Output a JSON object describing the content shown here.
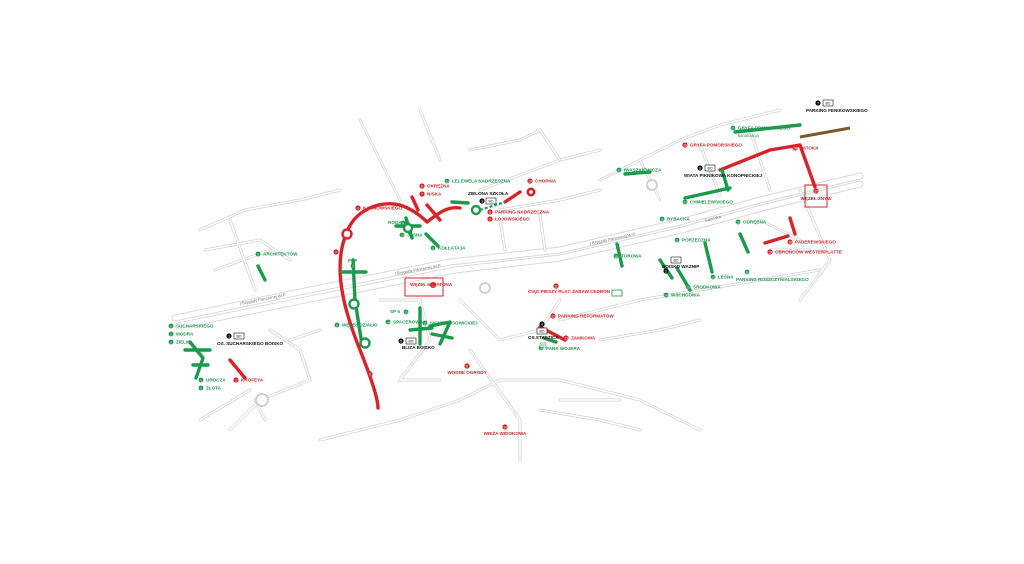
{
  "colors": {
    "red": "#d8232a",
    "green": "#1a9a4a",
    "black": "#111111",
    "street": "#d9d9d9"
  },
  "streets": {
    "main_1": "I Brygady Pancernej W.P.",
    "main_2": "I Brygady Pancernej W.P.",
    "main_3": "I Brygady Pancernej W.P.",
    "gdanska": "Gdańska"
  },
  "red_places": [
    {
      "num": "1",
      "name": "WĘZEŁ KWIATONA"
    },
    {
      "num": "2",
      "name": ""
    },
    {
      "num": "3",
      "name": "KROFEYA"
    },
    {
      "num": "4",
      "name": "KARNOWSKIEGO"
    },
    {
      "num": "5",
      "name": "WODNE OGRODY"
    },
    {
      "num": "6",
      "name": "OKRĘŻNA"
    },
    {
      "num": "7",
      "name": "NISKA"
    },
    {
      "num": "8",
      "name": "PARKING NADRZECZNA"
    },
    {
      "num": "9",
      "name": "ŁOJOWSKIEGO"
    },
    {
      "num": "10",
      "name": "CHOPINA"
    },
    {
      "num": "11",
      "name": "CIĄG PIESZY PLAC ZABAW CEDRON"
    },
    {
      "num": "12",
      "name": "PARKING REFORMATÓW"
    },
    {
      "num": "13",
      "name": "ZAMKOWA"
    },
    {
      "num": "14",
      "name": "WIEŻA WIDOKOWA"
    },
    {
      "num": "15",
      "name": "GRYFA POMORSKIEGO"
    },
    {
      "num": "16",
      "name": "PATOKA"
    },
    {
      "num": "17",
      "name": "WĘZEŁ ZNYW"
    },
    {
      "num": "18",
      "name": "PADEREWSKIEGO"
    },
    {
      "num": "19",
      "name": "OBROŃCÓW WESTERPLATTE"
    }
  ],
  "green_places": [
    {
      "num": "1",
      "name": "SUCHARSKIEGO"
    },
    {
      "num": "2",
      "name": "MODRA"
    },
    {
      "num": "3",
      "name": "ZIELNA"
    },
    {
      "num": "4",
      "name": "UROCZA"
    },
    {
      "num": "5",
      "name": "ZŁOTA"
    },
    {
      "num": "6",
      "name": "ARCHITEKTÓW"
    },
    {
      "num": "7",
      "name": "PUP"
    },
    {
      "num": "8",
      "name": "WĘZEŁ DZIAŁKI"
    },
    {
      "num": "9",
      "name": "ROGALI"
    },
    {
      "num": "10",
      "name": "JASNA"
    },
    {
      "num": "11",
      "name": "KOŁŁĄTAJA"
    },
    {
      "num": "12",
      "name": "LELEWELA NADRZECZNA"
    },
    {
      "num": "13",
      "name": "SP 5"
    },
    {
      "num": "14",
      "name": "SPACEROWA"
    },
    {
      "num": "15",
      "name": "SKWER OSOWICKIEJ"
    },
    {
      "num": "16",
      "name": "PARK WOJERA"
    },
    {
      "num": "17",
      "name": "IWASZKIEWICZA"
    },
    {
      "num": "18",
      "name": "TOROWA"
    },
    {
      "num": "19",
      "name": "RYBACKA"
    },
    {
      "num": "20",
      "name": "CHMIELEWSKIEGO"
    },
    {
      "num": "21",
      "name": "PORZECZNA"
    },
    {
      "num": "22",
      "name": "LEŚNA"
    },
    {
      "num": "23",
      "name": "ŚRODKOWA"
    },
    {
      "num": "24",
      "name": "WSCHODNIA"
    },
    {
      "num": "25",
      "name": "ODRĘBNA"
    },
    {
      "num": "26",
      "name": "PARKING ROSZCZYNIALSKIEGO"
    },
    {
      "num": "27",
      "name": "GRYFA POMORSKIEGO"
    },
    {
      "num": "28",
      "name": "kanalizacja"
    }
  ],
  "black_places": [
    {
      "num": "1",
      "name": "OS. SUCHARSKIEGO BOISKO"
    },
    {
      "num": "2",
      "name": "BOISKO WAZNIP"
    },
    {
      "num": "3",
      "name": "ZIELONA SZKOŁA"
    },
    {
      "num": "4",
      "name": "OS.STASZICA"
    },
    {
      "num": "5",
      "name": "BLIZA BOISKO"
    },
    {
      "num": "6",
      "name": "WIATA PIKNIKOWA KONOPNICKIEJ"
    },
    {
      "num": "7",
      "name": "PARKING FENIKOWSKIEGO"
    }
  ],
  "icons": {
    "bo_box": "BO",
    "extra_badge": "BO"
  }
}
